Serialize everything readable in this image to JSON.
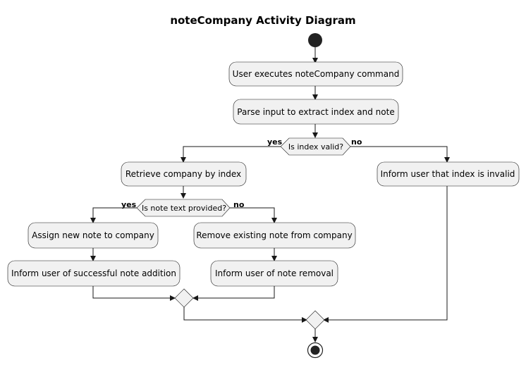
{
  "title": "noteCompany Activity Diagram",
  "activities": {
    "user_executes": "User executes noteCompany command",
    "parse_input": "Parse input to extract index and note",
    "retrieve_company": "Retrieve company by index",
    "inform_invalid": "Inform user that index is invalid",
    "assign_note": "Assign new note to company",
    "inform_success": "Inform user of successful note addition",
    "remove_note": "Remove existing note from company",
    "inform_removal": "Inform user of note removal"
  },
  "decisions": {
    "index_valid": {
      "question": "Is index valid?",
      "yes": "yes",
      "no": "no"
    },
    "note_provided": {
      "question": "Is note text provided?",
      "yes": "yes",
      "no": "no"
    }
  }
}
